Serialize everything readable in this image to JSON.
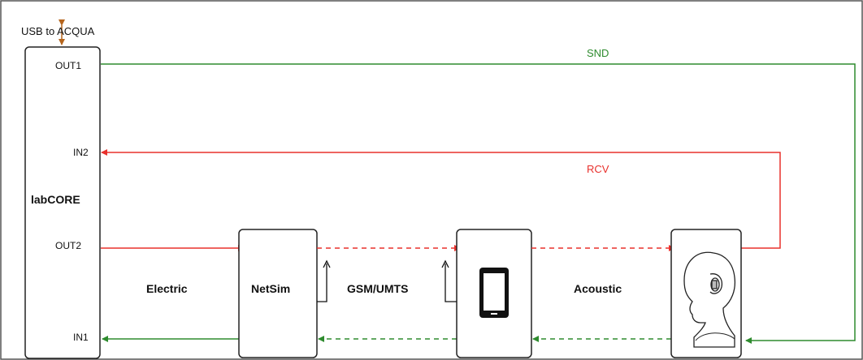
{
  "header": {
    "usb_label": "USB to ACQUA"
  },
  "labcore": {
    "name": "labCORE",
    "ports": {
      "out1": "OUT1",
      "in2": "IN2",
      "out2": "OUT2",
      "in1": "IN1"
    }
  },
  "signals": {
    "snd": "SND",
    "rcv": "RCV"
  },
  "segments": {
    "electric": "Electric",
    "gsm": "GSM/UMTS",
    "acoustic": "Acoustic"
  },
  "devices": {
    "netsim": "NetSim"
  },
  "colors": {
    "snd": "#2e8b2e",
    "rcv": "#e8302c",
    "usb_arrow": "#b5651d",
    "box_stroke": "#222222"
  },
  "icons": {
    "phone": "smartphone-icon",
    "head": "artificial-head-icon",
    "antenna": "antenna-icon"
  }
}
